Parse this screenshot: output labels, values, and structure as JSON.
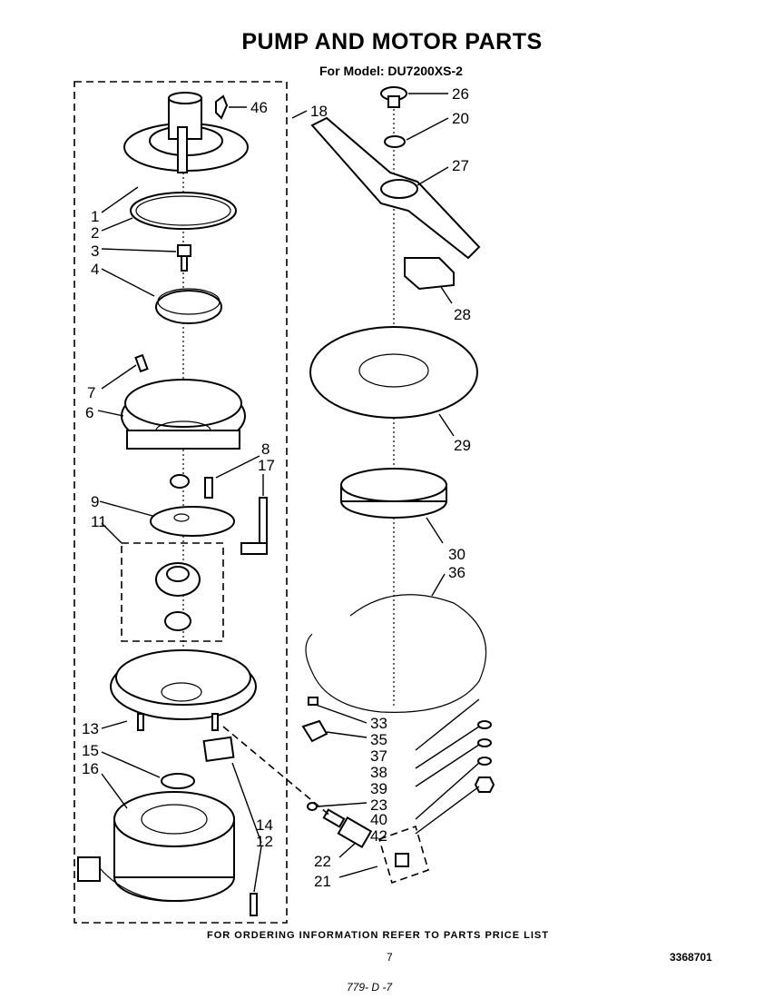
{
  "header": {
    "title": "PUMP AND MOTOR PARTS",
    "subtitle": "For Model: DU7200XS-2"
  },
  "callouts": {
    "c1": "1",
    "c2": "2",
    "c3": "3",
    "c4": "4",
    "c6": "6",
    "c7": "7",
    "c8": "8",
    "c9": "9",
    "c11": "11",
    "c12": "12",
    "c13": "13",
    "c14": "14",
    "c15": "15",
    "c16": "16",
    "c17": "17",
    "c18": "18",
    "c20": "20",
    "c21": "21",
    "c22": "22",
    "c23": "23",
    "c26": "26",
    "c27": "27",
    "c28": "28",
    "c29": "29",
    "c30": "30",
    "c33": "33",
    "c35": "35",
    "c36": "36",
    "c37": "37",
    "c38": "38",
    "c39": "39",
    "c40": "40",
    "c42": "42",
    "c46": "46"
  },
  "footer": {
    "ordering_note": "FOR ORDERING INFORMATION REFER TO PARTS PRICE LIST",
    "page_number": "7",
    "document_number": "3368701",
    "handwritten": "779- D -7"
  }
}
